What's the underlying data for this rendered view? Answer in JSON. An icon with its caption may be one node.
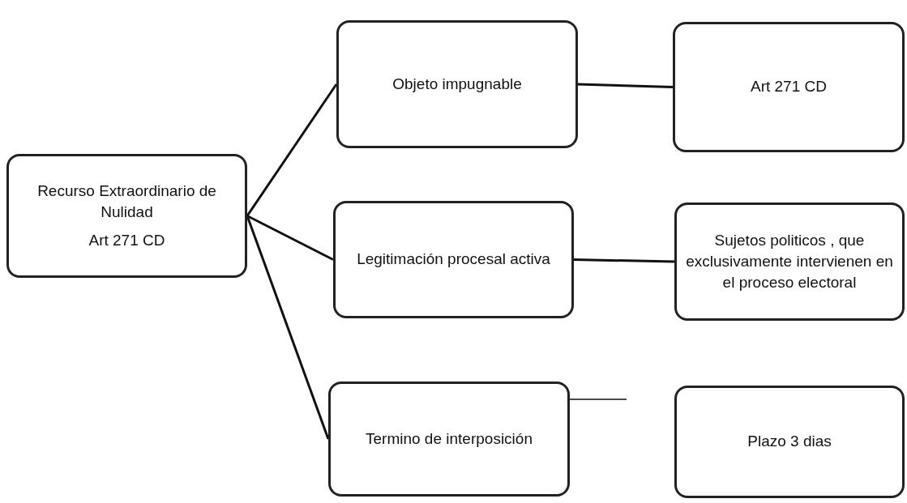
{
  "diagram": {
    "nodes": [
      {
        "text": [
          "Recurso Extraordinario de Nulidad",
          "Art 271 CD"
        ]
      },
      {
        "text": [
          "Objeto impugnable"
        ]
      },
      {
        "text": [
          "Art  271 CD"
        ]
      },
      {
        "text": [
          "Legitimación procesal activa"
        ]
      },
      {
        "text": [
          "Sujetos  politicos  , que exclusivamente intervienen en el proceso electoral"
        ]
      },
      {
        "text": [
          "Termino de interposición"
        ]
      },
      {
        "text": [
          "Plazo 3  dias"
        ]
      }
    ],
    "edges": [
      {
        "from": 0,
        "to": 1,
        "arrow": "none"
      },
      {
        "from": 0,
        "to": 3,
        "arrow": "none"
      },
      {
        "from": 0,
        "to": 5,
        "arrow": "none"
      },
      {
        "from": 1,
        "to": 2,
        "arrow": "none"
      },
      {
        "from": 3,
        "to": 4,
        "arrow": "none"
      },
      {
        "from": 5,
        "to": null,
        "arrow": "none"
      }
    ]
  }
}
